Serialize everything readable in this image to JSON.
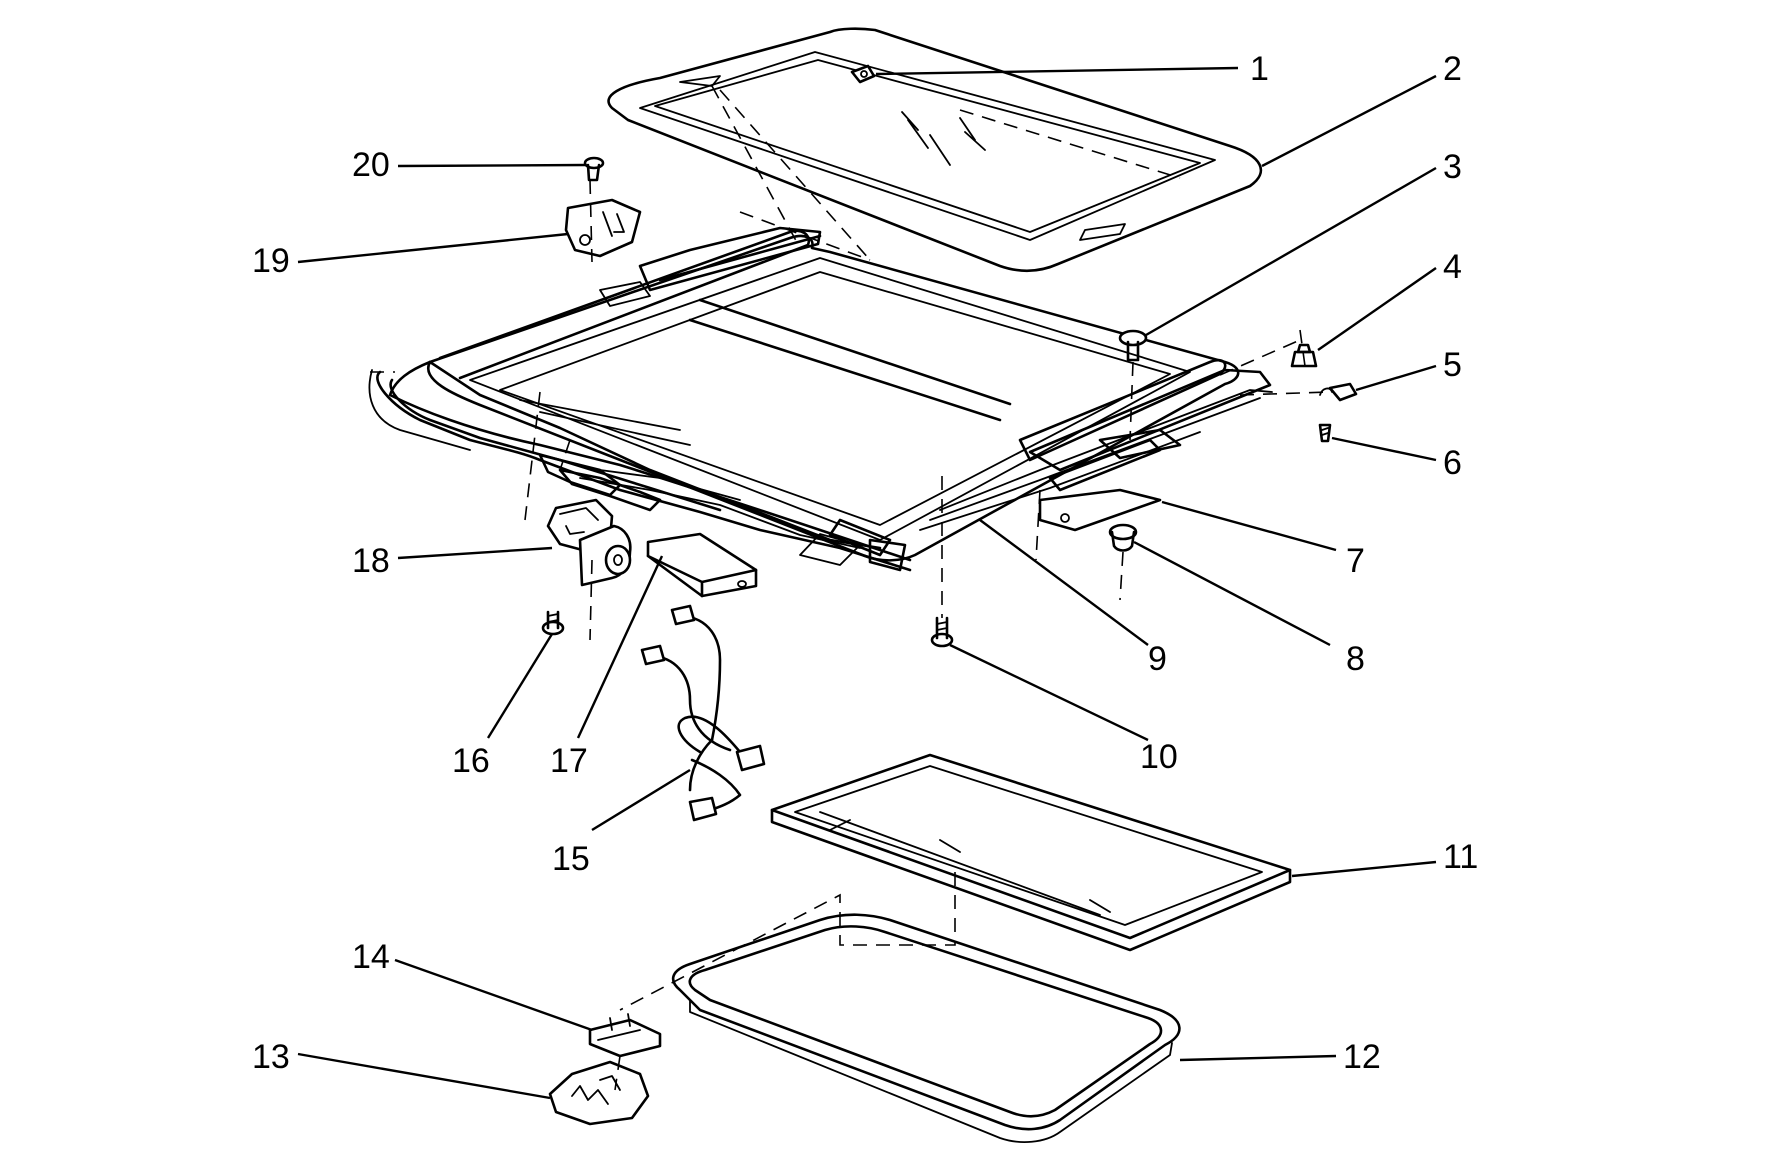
{
  "colors": {
    "line": "#000000",
    "background": "#ffffff"
  },
  "callouts": [
    "1",
    "2",
    "3",
    "4",
    "5",
    "6",
    "7",
    "8",
    "9",
    "10",
    "11",
    "12",
    "13",
    "14",
    "15",
    "16",
    "17",
    "18",
    "19",
    "20"
  ]
}
